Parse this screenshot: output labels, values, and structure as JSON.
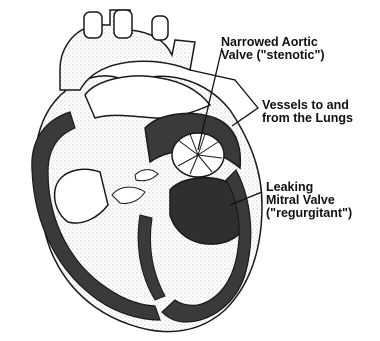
{
  "labels": {
    "aortic": "Narrowed Aortic\nValve (\"stenotic\")",
    "vessels": "Vessels to and\nfrom the Lungs",
    "mitral": "Leaking\nMitral Valve\n(\"regurgitant\")"
  },
  "colors": {
    "wall": "#3a3a3a",
    "outline": "#1a1a1a",
    "background": "#ffffff"
  }
}
